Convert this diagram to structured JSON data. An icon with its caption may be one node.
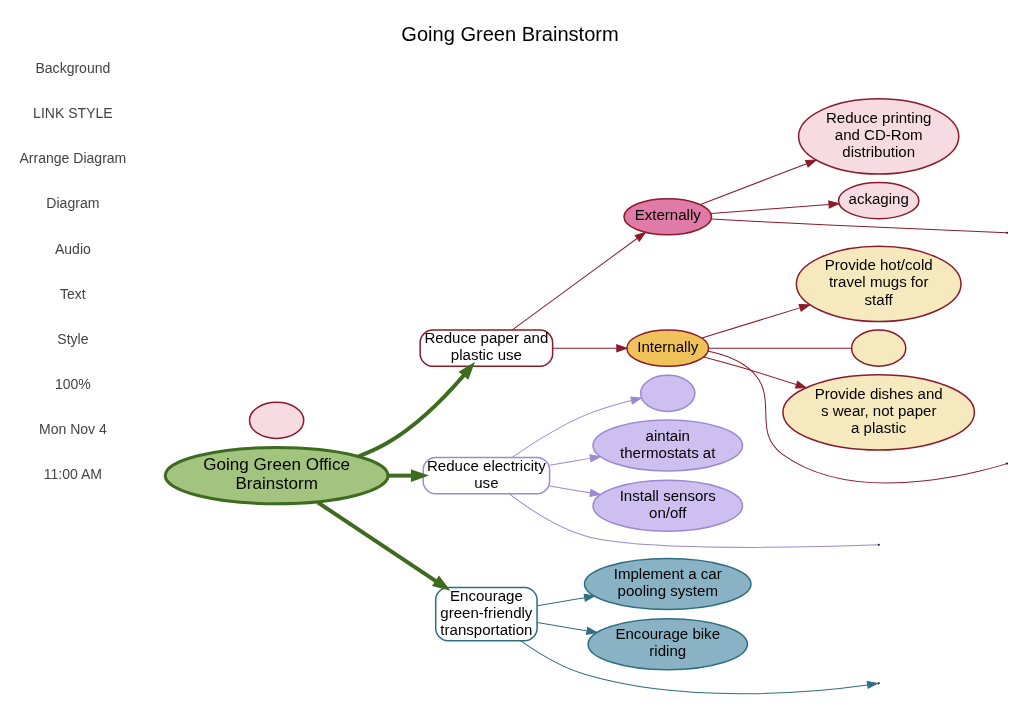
{
  "diagram": {
    "title": "Going Green Brainstorm",
    "nodes": [
      {
        "text": [
          "Going Green Office Brainstorm"
        ]
      },
      {
        "text": [
          "Reduce paper and plastic use"
        ]
      },
      {
        "text": [
          "Externally"
        ]
      },
      {
        "text": [
          "Reduce printing and CD-Rom distribution"
        ]
      },
      {
        "text": [
          "ackaging"
        ]
      },
      {
        "text": [],
        "shape": "ellipse"
      },
      {
        "text": [
          "Internally"
        ]
      },
      {
        "text": [
          "Provide hot/cold travel mugs for staff"
        ]
      },
      {
        "text": [],
        "shape": "ellipse"
      },
      {
        "text": [
          "Provide dishes and s wear, not paper a plastic"
        ]
      },
      {
        "text": [
          "Reduce electricity use"
        ]
      },
      {
        "text": [],
        "shape": "ellipse"
      },
      {
        "text": [
          "aintain thermostats at"
        ]
      },
      {
        "text": [
          "Install sensors on/off"
        ]
      },
      {
        "text": [
          "Encourage green-friendly transportation"
        ]
      },
      {
        "text": [
          "Implement a car pooling system"
        ]
      },
      {
        "text": [
          "Encourage bike riding"
        ]
      }
    ],
    "edges": [
      {
        "from": 0,
        "to": 1,
        "arrow": "to",
        "style": "thick",
        "color": "#3d6b1f"
      },
      {
        "from": 0,
        "to": 10,
        "arrow": "to",
        "style": "thick",
        "color": "#3d6b1f"
      },
      {
        "from": 0,
        "to": 14,
        "arrow": "to",
        "style": "thick",
        "color": "#3d6b1f"
      },
      {
        "from": 1,
        "to": 2,
        "arrow": "to"
      },
      {
        "from": 1,
        "to": 6,
        "arrow": "to"
      },
      {
        "from": 2,
        "to": 3,
        "arrow": "to"
      },
      {
        "from": 2,
        "to": 4,
        "arrow": "to"
      },
      {
        "from": 2,
        "to": null,
        "arrow": "none"
      },
      {
        "from": 6,
        "to": 7,
        "arrow": "to"
      },
      {
        "from": 6,
        "to": 8,
        "arrow": "none"
      },
      {
        "from": 6,
        "to": null,
        "arrow": "none"
      },
      {
        "from": 6,
        "to": 9,
        "arrow": "to"
      },
      {
        "from": 10,
        "to": 11,
        "arrow": "to",
        "color": "#9b8ad0"
      },
      {
        "from": 10,
        "to": null,
        "arrow": "none",
        "color": "#9b8ad0"
      },
      {
        "from": 10,
        "to": 12,
        "arrow": "to",
        "color": "#9b8ad0"
      },
      {
        "from": 10,
        "to": 13,
        "arrow": "to",
        "color": "#9b8ad0"
      },
      {
        "from": 14,
        "to": 15,
        "arrow": "to",
        "color": "#2e6e80"
      },
      {
        "from": 14,
        "to": 16,
        "arrow": "to",
        "color": "#2e6e80"
      },
      {
        "from": 14,
        "to": null,
        "arrow": "to",
        "color": "#2e6e80"
      }
    ],
    "labels": [
      "11:00 AM",
      "Mon Nov 4",
      "100%",
      "Style",
      "Text",
      "Audio",
      "Diagram",
      "Arrange Diagram",
      "LINK STYLE",
      "Background"
    ]
  }
}
